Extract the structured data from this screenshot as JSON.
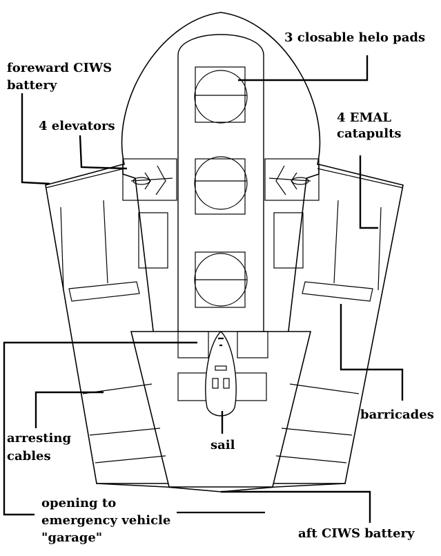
{
  "labels": {
    "helo_pads": "3 closable helo pads",
    "fwd_ciws_line1": "foreward CIWS",
    "fwd_ciws_line2": "battery",
    "elevators": "4 elevators",
    "emal_line1": "4 EMAL",
    "emal_line2": "catapults",
    "barricades": "barricades",
    "arresting_line1": "arresting",
    "arresting_line2": "cables",
    "sail": "sail",
    "garage_line1": "opening to",
    "garage_line2": "emergency vehicle",
    "garage_line3": "\"garage\"",
    "aft_ciws": "aft CIWS battery"
  },
  "colors": {
    "ink": "#000000",
    "paper": "#ffffff"
  }
}
